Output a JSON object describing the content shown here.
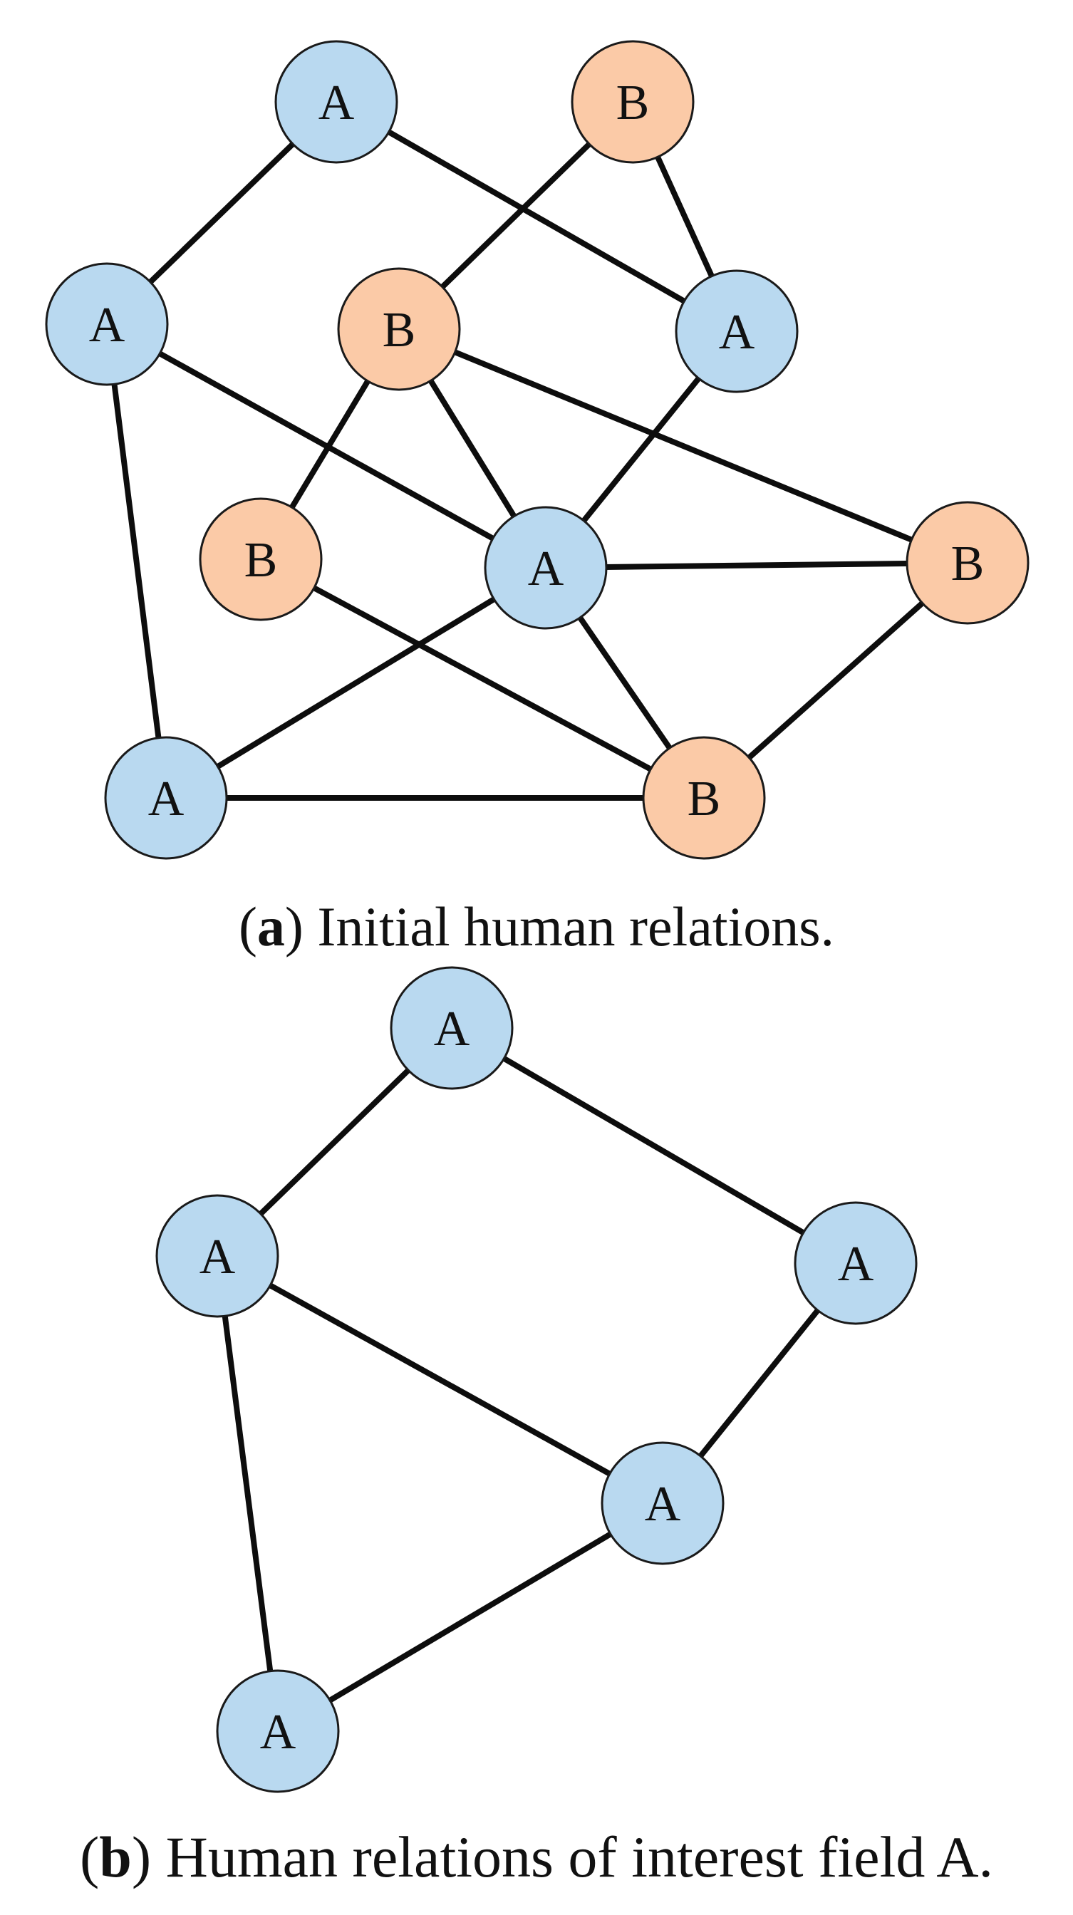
{
  "colors": {
    "group_A": "#b9d9f0",
    "group_B": "#fbcaa7",
    "node_stroke": "#1a1a1a",
    "edge": "#0d0d0d"
  },
  "panel_a": {
    "caption": {
      "open": "(",
      "letter": "a",
      "text": ") Initial human relations."
    },
    "nodes": [
      {
        "id": "a1",
        "label": "A"
      },
      {
        "id": "b1",
        "label": "B"
      },
      {
        "id": "a2",
        "label": "A"
      },
      {
        "id": "b2",
        "label": "B"
      },
      {
        "id": "a3",
        "label": "A"
      },
      {
        "id": "b3",
        "label": "B"
      },
      {
        "id": "a4",
        "label": "A"
      },
      {
        "id": "b4",
        "label": "B"
      },
      {
        "id": "a5",
        "label": "A"
      },
      {
        "id": "b5",
        "label": "B"
      }
    ],
    "edges": [
      [
        "a1",
        "a2"
      ],
      [
        "a1",
        "a3"
      ],
      [
        "b1",
        "b2"
      ],
      [
        "b1",
        "a3"
      ],
      [
        "a2",
        "a4"
      ],
      [
        "a2",
        "a5"
      ],
      [
        "b2",
        "b3"
      ],
      [
        "b2",
        "a4"
      ],
      [
        "b2",
        "b4"
      ],
      [
        "a3",
        "a4"
      ],
      [
        "b3",
        "b5"
      ],
      [
        "a4",
        "b4"
      ],
      [
        "a4",
        "a5"
      ],
      [
        "a4",
        "b5"
      ],
      [
        "b4",
        "b5"
      ],
      [
        "a5",
        "b5"
      ]
    ]
  },
  "panel_b": {
    "caption": {
      "open": "(",
      "letter": "b",
      "text": ") Human relations of interest field A."
    },
    "nodes": [
      {
        "id": "a1",
        "label": "A"
      },
      {
        "id": "a2",
        "label": "A"
      },
      {
        "id": "a3",
        "label": "A"
      },
      {
        "id": "a4",
        "label": "A"
      },
      {
        "id": "a5",
        "label": "A"
      }
    ],
    "edges": [
      [
        "a1",
        "a2"
      ],
      [
        "a1",
        "a3"
      ],
      [
        "a2",
        "a4"
      ],
      [
        "a2",
        "a5"
      ],
      [
        "a3",
        "a4"
      ],
      [
        "a4",
        "a5"
      ]
    ]
  }
}
